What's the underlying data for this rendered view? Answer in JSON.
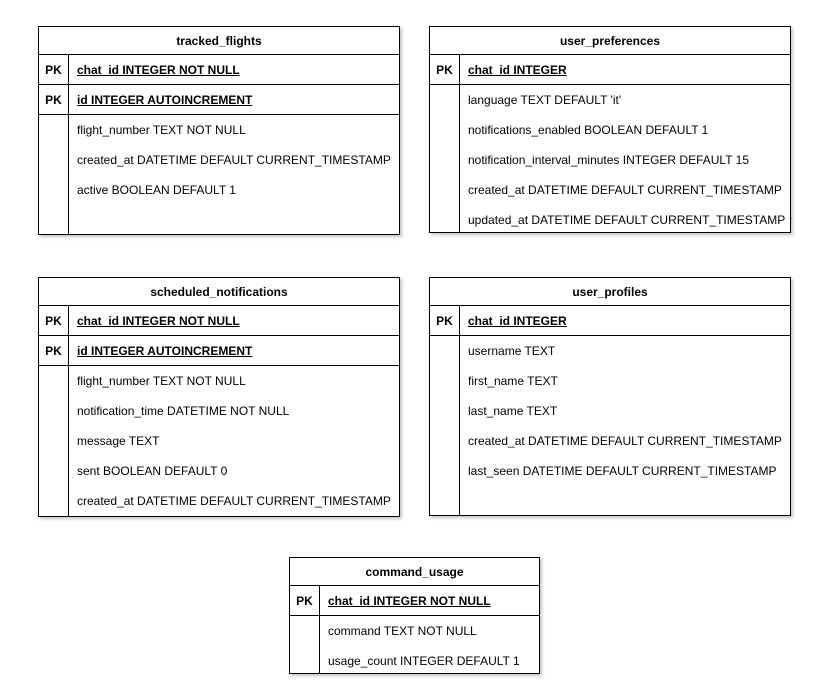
{
  "diagram": {
    "type": "entity-relationship-schema",
    "pk_label": "PK",
    "colors": {
      "background": "#ffffff",
      "table_fill": "#ffffff",
      "border": "#000000",
      "text": "#000000",
      "shadow": "#8c91a0"
    },
    "tables": [
      {
        "title": "tracked_flights",
        "pk_fields": [
          "chat_id INTEGER NOT NULL",
          "id INTEGER AUTOINCREMENT"
        ],
        "fields": [
          "flight_number TEXT NOT NULL",
          "created_at DATETIME DEFAULT CURRENT_TIMESTAMP",
          "active BOOLEAN DEFAULT 1"
        ]
      },
      {
        "title": "user_preferences",
        "pk_fields": [
          "chat_id INTEGER"
        ],
        "fields": [
          "language TEXT DEFAULT 'it'",
          "notifications_enabled BOOLEAN DEFAULT 1",
          "notification_interval_minutes INTEGER DEFAULT 15",
          "created_at DATETIME DEFAULT CURRENT_TIMESTAMP",
          "updated_at DATETIME DEFAULT CURRENT_TIMESTAMP"
        ]
      },
      {
        "title": "scheduled_notifications",
        "pk_fields": [
          "chat_id INTEGER NOT NULL",
          "id INTEGER AUTOINCREMENT"
        ],
        "fields": [
          "flight_number TEXT NOT NULL",
          "notification_time DATETIME NOT NULL",
          "message TEXT",
          "sent BOOLEAN DEFAULT 0",
          "created_at DATETIME DEFAULT CURRENT_TIMESTAMP"
        ]
      },
      {
        "title": "user_profiles",
        "pk_fields": [
          "chat_id INTEGER"
        ],
        "fields": [
          "username TEXT",
          "first_name TEXT",
          "last_name TEXT",
          "created_at DATETIME DEFAULT CURRENT_TIMESTAMP",
          "last_seen DATETIME DEFAULT CURRENT_TIMESTAMP"
        ]
      },
      {
        "title": "command_usage",
        "pk_fields": [
          "chat_id INTEGER NOT NULL"
        ],
        "fields": [
          "command TEXT NOT NULL",
          "usage_count INTEGER DEFAULT 1"
        ]
      }
    ]
  }
}
